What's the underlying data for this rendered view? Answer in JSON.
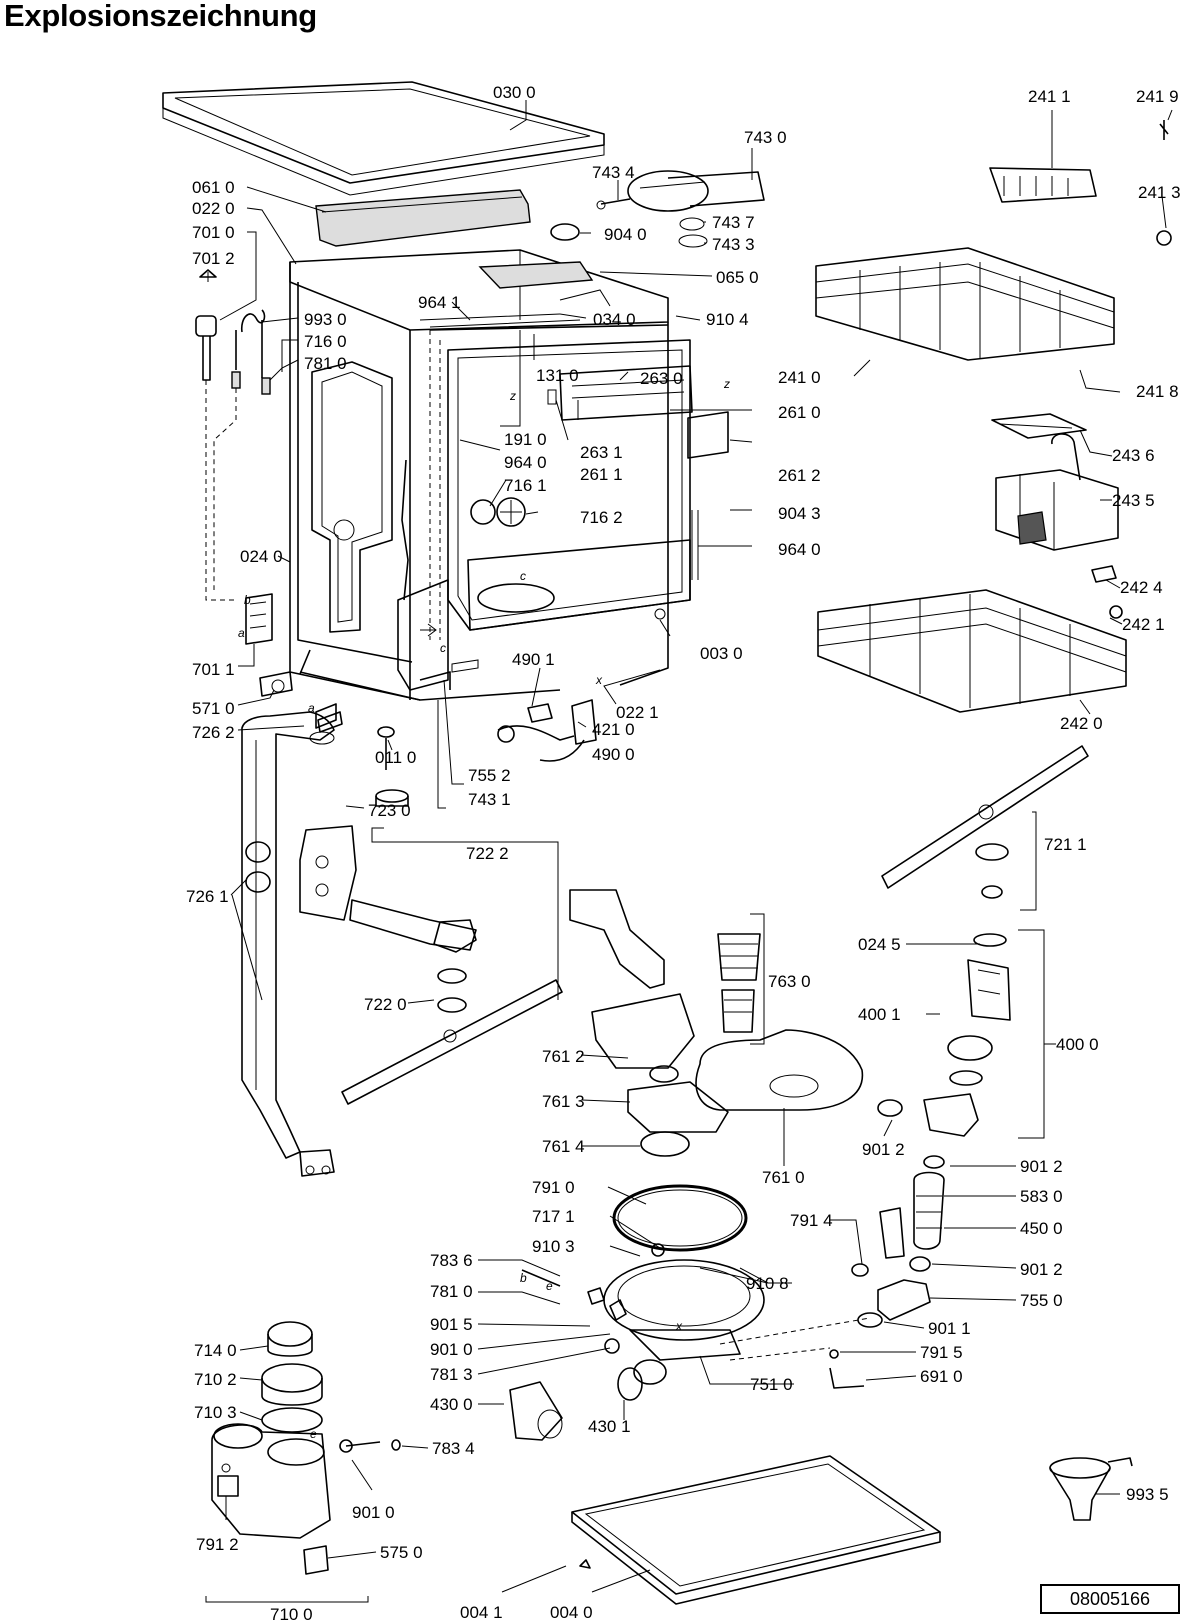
{
  "title": "Explosionszeichnung",
  "document_number": "08005166",
  "part_labels": [
    "030 0",
    "743 0",
    "743 4",
    "743 7",
    "743 3",
    "904 0",
    "061 0",
    "022 0",
    "701 0",
    "701 2",
    "993 0",
    "716 0",
    "781 0",
    "964 1",
    "065 0",
    "034 0",
    "910 4",
    "131 0",
    "263 0",
    "261 0",
    "191 0",
    "964 0",
    "263 1",
    "261 1",
    "261 2",
    "716 1",
    "716 2",
    "904 3",
    "964 0",
    "024 0",
    "003 0",
    "701 1",
    "571 0",
    "490 1",
    "421 0",
    "490 0",
    "022 1",
    "726 2",
    "011 0",
    "755 2",
    "743 1",
    "723 0",
    "722 2",
    "726 1",
    "722 0",
    "241 1",
    "241 9",
    "241 3",
    "241 0",
    "241 8",
    "243 6",
    "243 5",
    "242 4",
    "242 1",
    "242 0",
    "721 1",
    "763 0",
    "024 5",
    "400 1",
    "400 0",
    "761 2",
    "761 3",
    "761 4",
    "761 0",
    "901 2",
    "901 2",
    "583 0",
    "450 0",
    "901 2",
    "755 0",
    "901 1",
    "791 5",
    "691 0",
    "791 0",
    "717 1",
    "910 3",
    "910 8",
    "783 6",
    "781 0",
    "901 5",
    "901 0",
    "781 3",
    "751 0",
    "791 4",
    "430 0",
    "430 1",
    "714 0",
    "710 2",
    "710 3",
    "783 4",
    "901 0",
    "791 2",
    "575 0",
    "710 0",
    "993 5",
    "004 1",
    "004 0"
  ],
  "connection_marks": [
    "a",
    "a",
    "b",
    "b",
    "c",
    "c",
    "e",
    "e",
    "x",
    "x",
    "z",
    "z"
  ]
}
